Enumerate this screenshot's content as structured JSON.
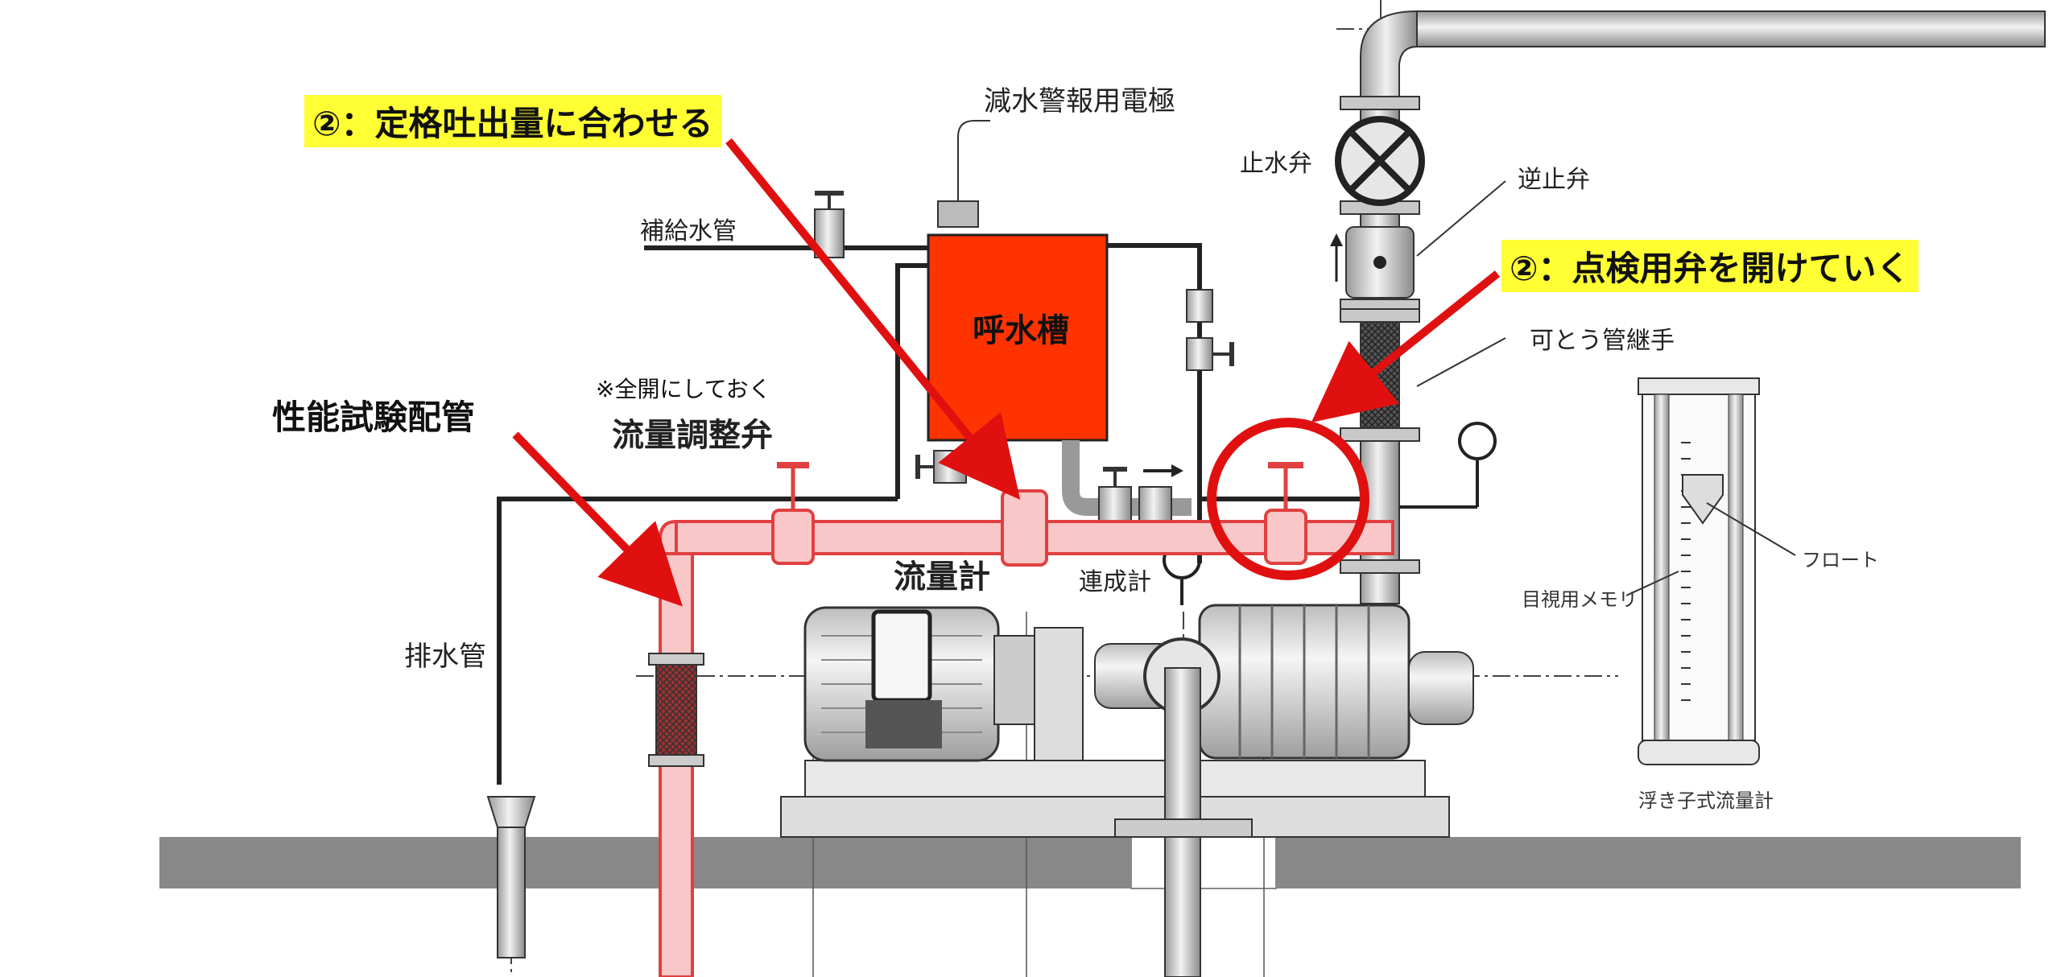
{
  "labels": {
    "annotation_rated": "②：定格吐出量に合わせる",
    "annotation_valve": "②：点検用弁を開けていく",
    "electrode": "減水警報用電極",
    "makeup_pipe": "補給水管",
    "priming_tank": "呼水槽",
    "stop_valve": "止水弁",
    "check_valve": "逆止弁",
    "flexible_joint": "可とう管継手",
    "test_pipe": "性能試験配管",
    "note_fullopen": "※全開にしておく",
    "flow_control_valve": "流量調整弁",
    "flowmeter": "流量計",
    "compound_gauge": "連成計",
    "drain_pipe": "排水管",
    "float": "フロート",
    "visual_scale": "目視用メモリ",
    "float_flowmeter": "浮き子式流量計"
  },
  "colors": {
    "highlight": "#ffff33",
    "arrow_red": "#e01010",
    "tank_red": "#ff3300",
    "pipe_red": "#e04040",
    "floor": "#888888"
  }
}
